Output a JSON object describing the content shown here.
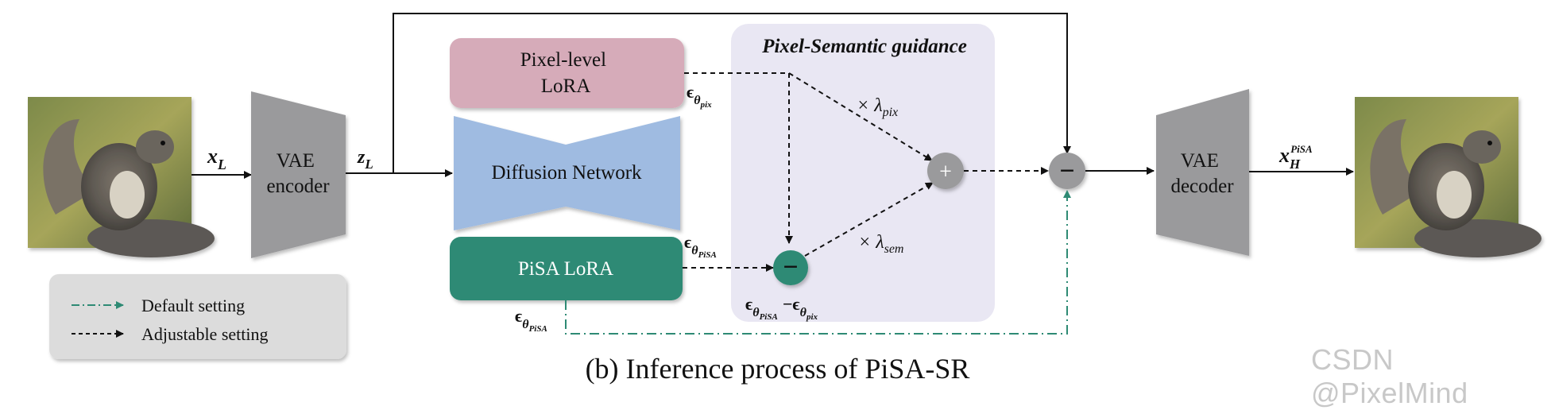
{
  "diagram": {
    "input_label": "x",
    "input_sub": "L",
    "latent_label": "z",
    "latent_sub": "L",
    "vae_encoder": [
      "VAE",
      "encoder"
    ],
    "vae_decoder": [
      "VAE",
      "decoder"
    ],
    "pixel_lora": [
      "Pixel-level",
      "LoRA"
    ],
    "diffusion_network": "Diffusion Network",
    "pisa_lora": "PiSA LoRA",
    "guidance_title": "Pixel-Semantic guidance",
    "eps_symbol": "ϵ",
    "theta_symbol": "θ",
    "pix_sub": "pix",
    "pisa_sub": "PiSA",
    "sem_sub": "sem",
    "times_lambda": "× λ",
    "plus_symbol": "+",
    "minus_symbol": "−",
    "output_label": "x",
    "output_sub": "H",
    "output_sup": "PiSA",
    "legend": {
      "default": "Default setting",
      "adjustable": "Adjustable setting"
    },
    "caption": "(b) Inference process of PiSA-SR",
    "watermark": "CSDN @PixelMind"
  },
  "colors": {
    "pixel_lora_fill": "#d6abb9",
    "diffusion_fill": "#9fbbe1",
    "pisa_lora_fill": "#2e8a74",
    "vae_fill": "#9a9a9c",
    "guidance_bg": "#e9e7f3",
    "legend_bg": "#dcdcdc",
    "default_line": "#2e8a74"
  }
}
